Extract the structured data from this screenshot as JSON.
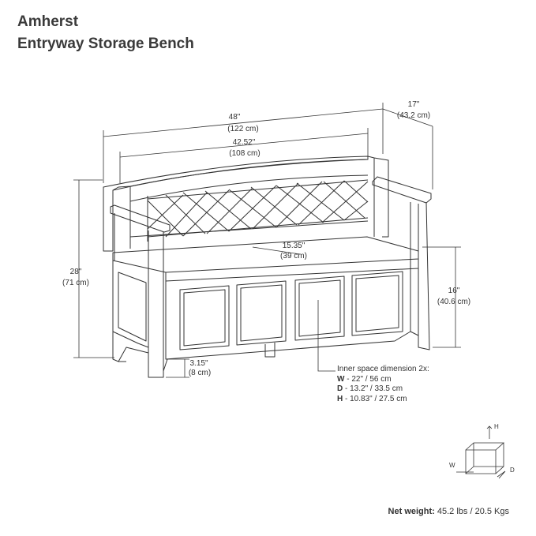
{
  "title": {
    "line1": "Amherst",
    "line2": "Entryway Storage Bench"
  },
  "dimensions": {
    "width_outer": {
      "imperial": "48\"",
      "metric": "(122 cm)"
    },
    "width_inner": {
      "imperial": "42.52\"",
      "metric": "(108 cm)"
    },
    "depth": {
      "imperial": "17\"",
      "metric": "(43.2 cm)"
    },
    "height": {
      "imperial": "28\"",
      "metric": "(71 cm)"
    },
    "seat_height": {
      "imperial": "16\"",
      "metric": "(40.6 cm)"
    },
    "seat_depth": {
      "imperial": "15.35\"",
      "metric": "(39 cm)"
    },
    "leg_height": {
      "imperial": "3.15\"",
      "metric": "(8 cm)"
    }
  },
  "inner_space": {
    "heading": "Inner space dimension 2x:",
    "rows": [
      {
        "key": "W",
        "value": " - 22\" / 56 cm"
      },
      {
        "key": "D",
        "value": " - 13.2\" / 33.5 cm"
      },
      {
        "key": "H",
        "value": " - 10.83\" / 27.5 cm"
      }
    ]
  },
  "axis_legend": {
    "h": "H",
    "w": "W",
    "d": "D"
  },
  "net_weight": {
    "label": "Net weight:",
    "value": " 45.2 lbs / 20.5 Kgs"
  },
  "colors": {
    "line": "#333333",
    "text": "#333333",
    "background": "#ffffff"
  }
}
